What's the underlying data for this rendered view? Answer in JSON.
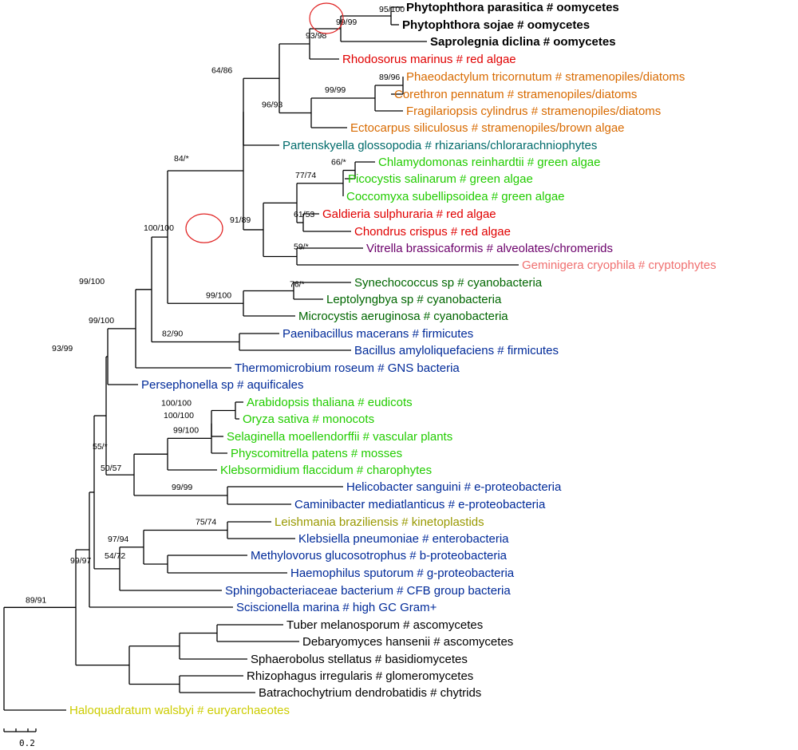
{
  "colors": {
    "oomycetes": "#000000",
    "red_algae": "#e00000",
    "stramenopiles": "#d86a00",
    "rhizarians": "#006b6b",
    "green": "#22cc00",
    "alveolates": "#6b006b",
    "cryptophytes": "#f07070",
    "cyanobacteria": "#006600",
    "blue_bacteria": "#002a99",
    "kinetoplastids": "#999900",
    "fungi": "#000000",
    "euryarchaeotes": "#cccc00",
    "highlight": "#e02020"
  },
  "taxa": [
    "Phytophthora parasitica # oomycetes",
    "Phytophthora sojae # oomycetes",
    "Saprolegnia diclina # oomycetes",
    "Rhodosorus marinus # red algae",
    "Phaeodactylum tricornutum # stramenopiles/diatoms",
    "Corethron pennatum # stramenopiles/diatoms",
    "Fragilariopsis cylindrus # stramenopiles/diatoms",
    "Ectocarpus siliculosus # stramenopiles/brown algae",
    "Partenskyella glossopodia # rhizarians/chlorarachniophytes",
    "Chlamydomonas reinhardtii # green algae",
    "Picocystis salinarum # green algae",
    "Coccomyxa subellipsoidea # green algae",
    "Galdieria sulphuraria # red algae",
    "Chondrus crispus # red algae",
    "Vitrella brassicaformis # alveolates/chromerids",
    "Geminigera cryophila # cryptophytes",
    "Synechococcus sp # cyanobacteria",
    "Leptolyngbya sp # cyanobacteria",
    "Microcystis aeruginosa # cyanobacteria",
    "Paenibacillus macerans # firmicutes",
    "Bacillus amyloliquefaciens # firmicutes",
    "Thermomicrobium roseum # GNS bacteria",
    "Persephonella sp # aquificales",
    "Arabidopsis thaliana # eudicots",
    "Oryza sativa # monocots",
    "Selaginella moellendorffii # vascular plants",
    "Physcomitrella patens # mosses",
    "Klebsormidium flaccidum # charophytes",
    "Helicobacter sanguini # e-proteobacteria",
    "Caminibacter mediatlanticus # e-proteobacteria",
    "Leishmania braziliensis # kinetoplastids",
    "Klebsiella pneumoniae # enterobacteria",
    "Methylovorus glucosotrophus # b-proteobacteria",
    "Haemophilus sputorum # g-proteobacteria",
    "Sphingobacteriaceae bacterium # CFB group bacteria",
    "Sciscionella marina # high GC Gram+",
    "Tuber melanosporum # ascomycetes",
    "Debaryomyces hansenii # ascomycetes",
    "Sphaerobolus stellatus # basidiomycetes",
    "Rhizophagus irregularis # glomeromycetes",
    "Batrachochytrium dendrobatidis # chytrids",
    "Haloquadratum walsbyi # euryarchaeotes"
  ],
  "support": [
    "95/100",
    "99/99",
    "93/98",
    "89/96",
    "99/99",
    "96/93",
    "64/86",
    "66/*",
    "77/74",
    "61/53",
    "59/*",
    "91/89",
    "84/*",
    "76/*",
    "99/100",
    "100/100",
    "99/100",
    "82/90",
    "99/100",
    "100/100",
    "99/100",
    "100/100",
    "55/*",
    "99/99",
    "50/57",
    "75/74",
    "54/72",
    "97/94",
    "99/97",
    "93/99",
    "89/91"
  ],
  "scale_bar": {
    "label": "0.2"
  }
}
